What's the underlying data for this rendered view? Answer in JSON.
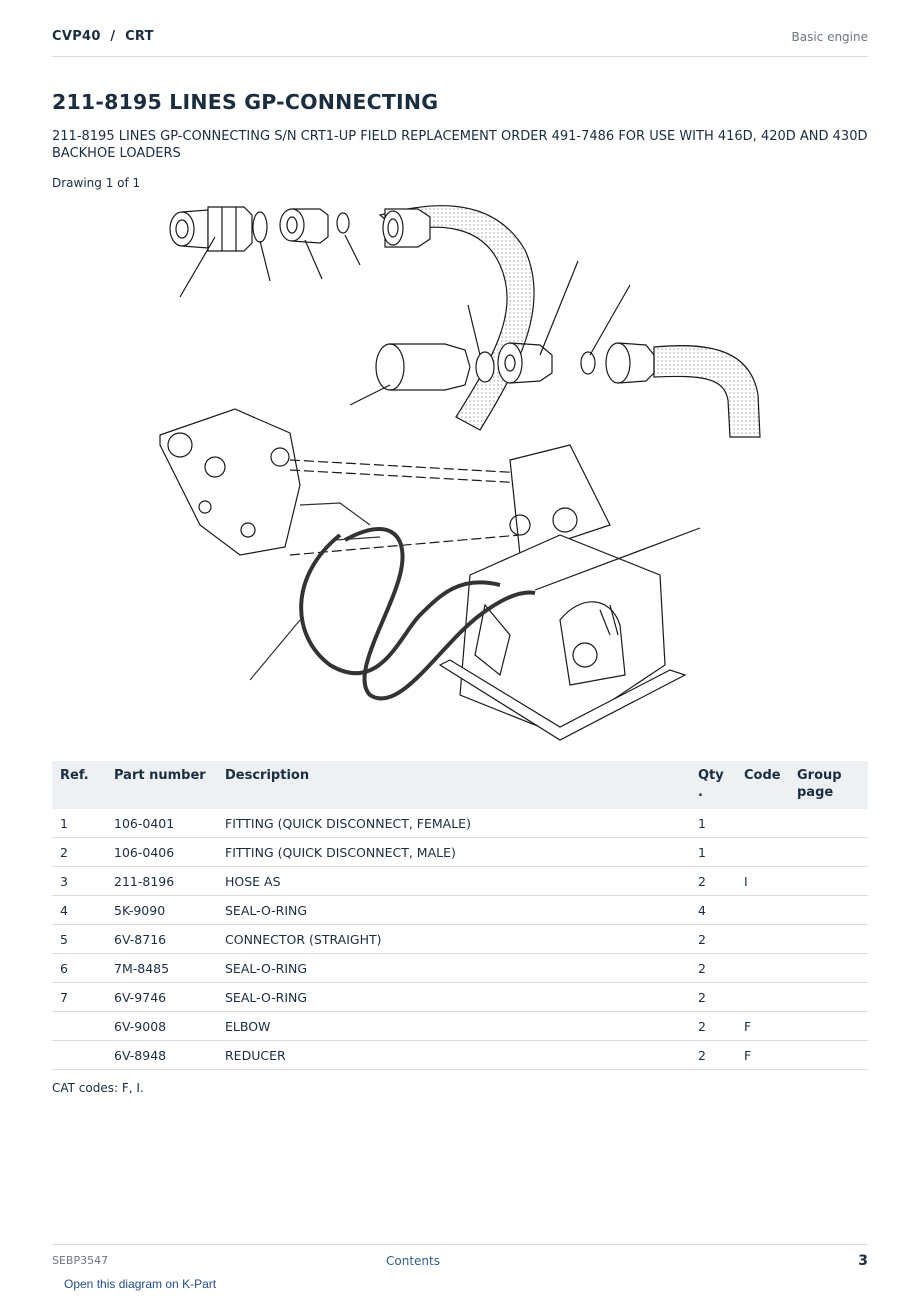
{
  "header": {
    "breadcrumb": "CVP40  /  CRT",
    "section": "Basic engine"
  },
  "title": "211-8195 LINES GP-CONNECTING",
  "subtitle": "211-8195 LINES GP-CONNECTING S/N CRT1-UP FIELD REPLACEMENT ORDER 491-7486 FOR USE WITH 416D, 420D AND 430D BACKHOE LOADERS",
  "drawing_label": "Drawing 1 of 1",
  "table": {
    "headers": {
      "ref": "Ref.",
      "part_number": "Part number",
      "description": "Description",
      "qty": "Qty .",
      "code": "Code",
      "group_page": "Group page"
    },
    "rows": [
      {
        "ref": "1",
        "part_number": "106-0401",
        "description": "FITTING (QUICK DISCONNECT, FEMALE)",
        "qty": "1",
        "code": "",
        "group_page": ""
      },
      {
        "ref": "2",
        "part_number": "106-0406",
        "description": "FITTING (QUICK DISCONNECT, MALE)",
        "qty": "1",
        "code": "",
        "group_page": ""
      },
      {
        "ref": "3",
        "part_number": "211-8196",
        "description": "HOSE AS",
        "qty": "2",
        "code": "I",
        "group_page": ""
      },
      {
        "ref": "4",
        "part_number": "5K-9090",
        "description": "SEAL-O-RING",
        "qty": "4",
        "code": "",
        "group_page": ""
      },
      {
        "ref": "5",
        "part_number": "6V-8716",
        "description": "CONNECTOR (STRAIGHT)",
        "qty": "2",
        "code": "",
        "group_page": ""
      },
      {
        "ref": "6",
        "part_number": "7M-8485",
        "description": "SEAL-O-RING",
        "qty": "2",
        "code": "",
        "group_page": ""
      },
      {
        "ref": "7",
        "part_number": "6V-9746",
        "description": "SEAL-O-RING",
        "qty": "2",
        "code": "",
        "group_page": ""
      },
      {
        "ref": "",
        "part_number": "6V-9008",
        "description": "ELBOW",
        "qty": "2",
        "code": "F",
        "group_page": ""
      },
      {
        "ref": "",
        "part_number": "6V-8948",
        "description": "REDUCER",
        "qty": "2",
        "code": "F",
        "group_page": ""
      }
    ]
  },
  "cat_codes": "CAT codes: F, I.",
  "footer": {
    "doc_id": "SEBP3547",
    "contents_link": "Contents",
    "page_number": "3"
  },
  "kpart_link": "Open this diagram on K-Part"
}
